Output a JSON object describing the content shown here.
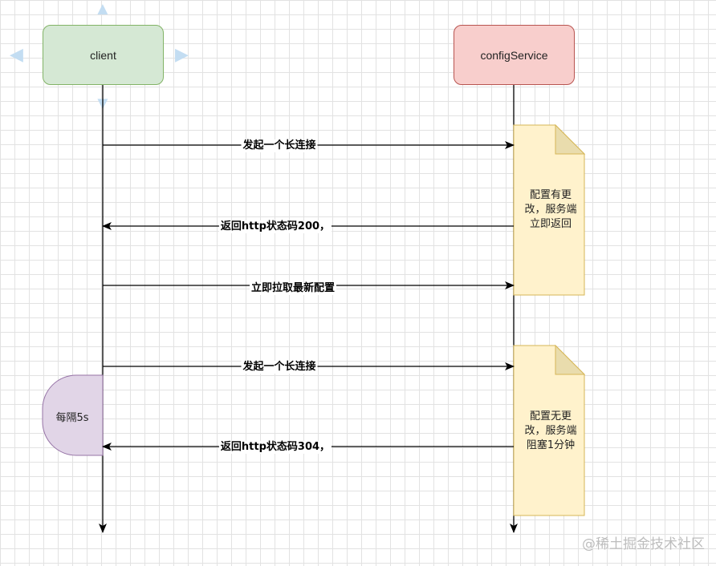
{
  "participants": {
    "client": "client",
    "service": "configService"
  },
  "messages": [
    "发起一个长连接",
    "返回http状态码200，",
    "立即拉取最新配置",
    "发起一个长连接",
    "返回http状态码304，"
  ],
  "notes": [
    "配置有更\n改，服务端\n立即返回",
    "配置无更\n改，服务端\n阻塞1分钟"
  ],
  "interval_label": "每隔5s",
  "watermark": "@稀土掘金技术社区",
  "colors": {
    "client_fill": "#d5e8d4",
    "client_stroke": "#82b366",
    "service_fill": "#f8cecc",
    "service_stroke": "#b85450",
    "note_fill": "#fff2cc",
    "note_stroke": "#d6b656",
    "interval_fill": "#e1d5e7",
    "interval_stroke": "#9673a6"
  }
}
